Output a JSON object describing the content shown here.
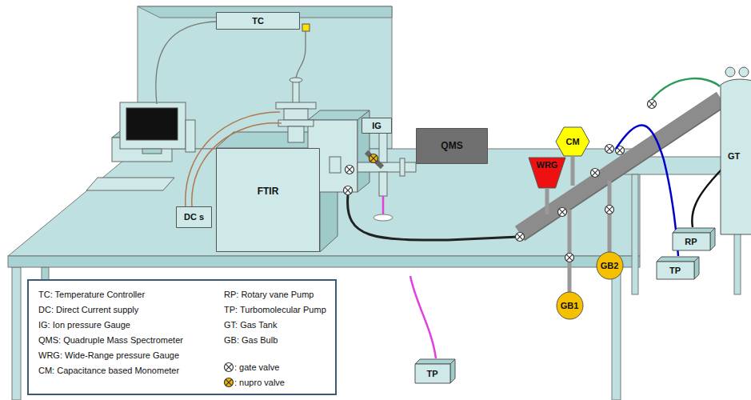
{
  "diagram": {
    "nodes": [
      {
        "text": [
          "TC"
        ]
      },
      {
        "text": [
          "IG"
        ]
      },
      {
        "text": [
          "QMS"
        ]
      },
      {
        "text": [
          "CM"
        ]
      },
      {
        "text": [
          "FTIR"
        ]
      },
      {
        "text": [
          "WRG"
        ]
      },
      {
        "text": [
          "GT"
        ]
      },
      {
        "text": [
          "DC s"
        ]
      },
      {
        "text": [
          "GB2"
        ]
      },
      {
        "text": [
          "RP"
        ]
      },
      {
        "text": [
          "GB1"
        ]
      },
      {
        "text": [
          "TP"
        ]
      },
      {
        "text": [
          "TP"
        ]
      }
    ],
    "legend": [
      {
        "text": "TC: Temperature Controller"
      },
      {
        "text": "DC: Direct Current supply"
      },
      {
        "text": "IG: Ion pressure Gauge"
      },
      {
        "text": "QMS: Quadruple Mass Spectrometer"
      },
      {
        "text": "WRG: Wide-Range pressure Gauge"
      },
      {
        "text": "CM: Capacitance based Monometer"
      },
      {
        "text": "RP: Rotary vane Pump"
      },
      {
        "text": "TP: Turbomolecular Pump"
      },
      {
        "text": "GT: Gas Tank"
      },
      {
        "text": "GB: Gas Bulb"
      },
      {
        "text": ": gate valve"
      },
      {
        "text": ": nupro valve"
      }
    ]
  }
}
